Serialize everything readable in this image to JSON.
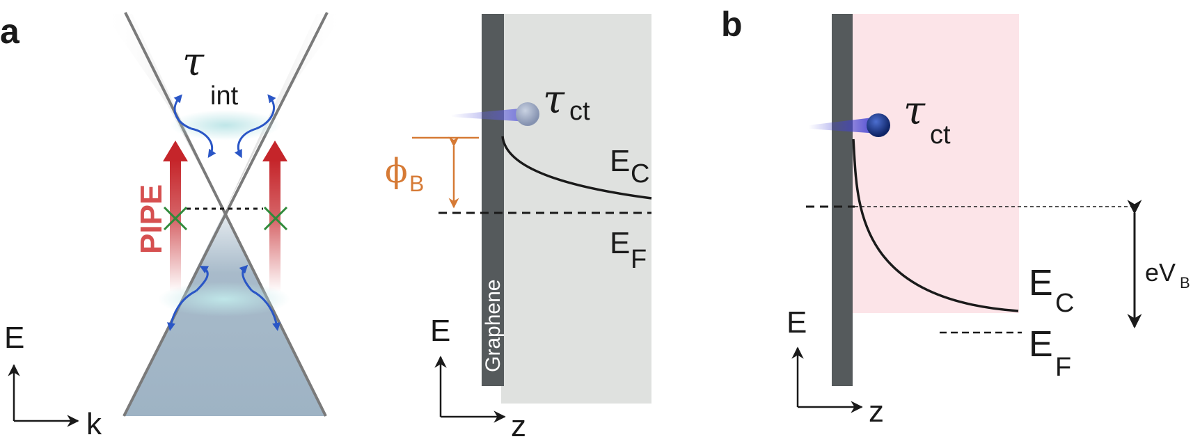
{
  "panel_a": {
    "label": "a",
    "tau_symbol": "τ",
    "tau_sub": "int",
    "pipe_label": "PIPE",
    "axis_e": "E",
    "axis_k": "k"
  },
  "panel_a_right": {
    "tau_symbol": "τ",
    "tau_sub": "ct",
    "phi_symbol": "ϕ",
    "phi_sub": "B",
    "ec_main": "E",
    "ec_sub": "C",
    "ef_main": "E",
    "ef_sub": "F",
    "graphene_label": "Graphene",
    "axis_e": "E",
    "axis_z": "z"
  },
  "panel_b": {
    "label": "b",
    "tau_symbol": "τ",
    "tau_sub": "ct",
    "ec_main": "E",
    "ec_sub": "C",
    "ef_main": "E",
    "ef_sub": "F",
    "evb_main": "eV",
    "evb_sub": "B",
    "axis_e": "E",
    "axis_z": "z"
  },
  "colors": {
    "cone_fill": "#9eb3c4",
    "barrier_a_fill": "#dfe1df",
    "barrier_b_fill": "#fce4e8",
    "graphene_bar": "#555a5c",
    "arrow_red": "#c5252a",
    "cross_green": "#2f8a3a",
    "phi_orange": "#d67a35",
    "electron_blue": "#1c3d8f"
  }
}
